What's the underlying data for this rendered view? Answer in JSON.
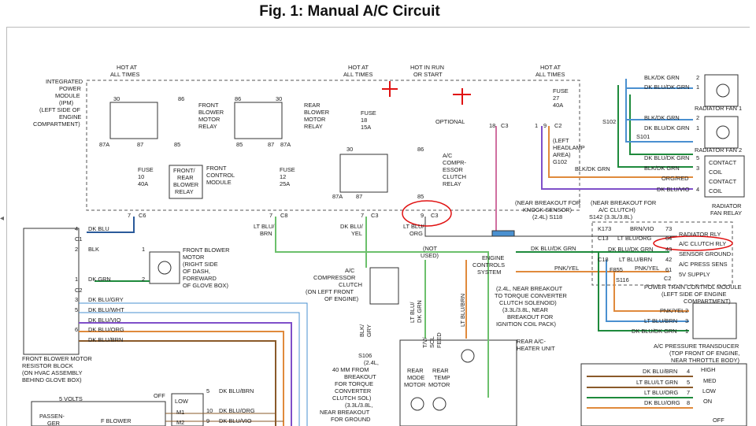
{
  "figure": {
    "title": "Fig. 1: Manual A/C Circuit"
  },
  "colors": {
    "dk_blu": "#2a5a9a",
    "lt_blu": "#4a90d0",
    "lt_grn": "#6cc06c",
    "violet": "#7f4fc9",
    "orange": "#e08a3c",
    "red": "#e01010",
    "dk_grn": "#1e8a3c",
    "pink": "#d070a0",
    "brown": "#8a5a2a",
    "black": "#333333"
  },
  "labels": {
    "hot1_a": "HOT AT",
    "hot1_b": "ALL TIMES",
    "hot2_a": "HOT AT",
    "hot2_b": "ALL TIMES",
    "hot3_a": "HOT IN RUN",
    "hot3_b": "OR START",
    "hot4_a": "HOT AT",
    "hot4_b": "ALL TIMES",
    "ipm_1": "INTEGRATED",
    "ipm_2": "POWER",
    "ipm_3": "MODULE",
    "ipm_4": "(IPM)",
    "ipm_5": "(LEFT SIDE OF",
    "ipm_6": "ENGINE",
    "ipm_7": "COMPARTMENT)",
    "fb_relay_1": "FRONT",
    "fb_relay_2": "BLOWER",
    "fb_relay_3": "MOTOR",
    "fb_relay_4": "RELAY",
    "rb_relay_1": "REAR",
    "rb_relay_2": "BLOWER",
    "rb_relay_3": "MOTOR",
    "rb_relay_4": "RELAY",
    "fuse_a_1": "FUSE",
    "fuse_a_2": "18",
    "fuse_a_3": "15A",
    "optional": "OPTIONAL",
    "fuse_b_1": "FUSE",
    "fuse_b_2": "27",
    "fuse_b_3": "40A",
    "fuse_c_1": "FUSE",
    "fuse_c_2": "10",
    "fuse_c_3": "40A",
    "fuse_d_1": "FUSE",
    "fuse_d_2": "12",
    "fuse_d_3": "25A",
    "frbr_1": "FRONT/",
    "frbr_2": "REAR",
    "frbr_3": "BLOWER",
    "frbr_4": "RELAY",
    "fcm_1": "FRONT",
    "fcm_2": "CONTROL",
    "fcm_3": "MODULE",
    "acr_1": "A/C",
    "acr_2": "COMPR-",
    "acr_3": "ESSOR",
    "acr_4": "CLUTCH",
    "acr_5": "RELAY",
    "lh_1": "(LEFT",
    "lh_2": "HEADLAMP",
    "lh_3": "AREA)",
    "lh_4": "G102",
    "s102": "S102",
    "s101": "S101",
    "rf1": "RADIATOR FAN 1",
    "rf2": "RADIATOR FAN 2",
    "w_bkdkgrn_1": "BLK/DK GRN",
    "w_dkblugrn_1": "DK BLU/DK GRN",
    "w_bkdkgrn_2": "BLK/DK GRN",
    "w_dkblugrn_2": "DK BLU/DK GRN",
    "w_dkbludkgrn_3": "DK BLU/DK GRN",
    "w_blkdkgrn_3": "BLK/DK GRN",
    "w_orgred": "ORG/RED",
    "w_dkbluvio": "DK BLU/VIO",
    "w_blkdkgrn_h": "BLK/DK GRN",
    "contact": "CONTACT",
    "coil": "COIL",
    "contact2": "CONTACT",
    "coil2": "COIL",
    "rad_fan_relay_1": "RADIATOR",
    "rad_fan_relay_2": "FAN RELAY",
    "c6": "C6",
    "c8": "C8",
    "c3a": "C3",
    "c3b": "C3",
    "c3c": "C3",
    "c2a": "C2",
    "w_dkblu": "DK BLU",
    "w_ltblubrn_1": "LT BLU/",
    "w_ltblubrn_2": "BRN",
    "w_dkbluyel_1": "DK BLU/",
    "w_dkbluyel_2": "YEL",
    "w_ltbluorg_1": "LT BLU/",
    "w_ltbluorg_2": "ORG",
    "ks_1": "(NEAR BREAKOUT FOR",
    "ks_2": "KNOCK SENSOR)",
    "ks_3": "(2.4L)  S118",
    "ac_1": "(NEAR BREAKOUT FOR",
    "ac_2": "A/C CLUTCH)",
    "ac_3": "S142 (3.3L/3.8L)",
    "k173": "K173",
    "c13": "C13",
    "c18": "C18",
    "f855": "F855",
    "s116": "S116",
    "w_brnvio": "BRN/VIO",
    "w_ltbluorg_p": "LT BLU/ORG",
    "w_dkbludkgrn_p": "DK BLU/DK GRN",
    "w_dkbludkgrn_q": "DK BLU/DK GRN",
    "w_ltblubrn_p": "LT BLU/BRN",
    "w_pnkyel_p": "PNK/YEL",
    "w_pnkyel_q": "PNK/YEL",
    "pin73": "73",
    "pin64": "64",
    "pin43": "43",
    "pin42": "42",
    "pin61": "61",
    "c2b": "C2",
    "rad_rly": "RADIATOR RLY",
    "ac_clutch_rly": "A/C CLUTCH RLY",
    "sensor_gnd": "SENSOR GROUND",
    "ac_press_sens": "A/C PRESS SENS",
    "v5_supply": "5V SUPPLY",
    "pcm_1": "POWER TRAIN CONTROL MODULE",
    "pcm_2": "(LEFT SIDE OF ENGINE",
    "pcm_3": "COMPARTMENT)",
    "ecs_1": "ENGINE",
    "ecs_2": "CONTROLS",
    "ecs_3": "SYSTEM",
    "tcc_1": "(2.4L, NEAR BREAKOUT",
    "tcc_2": "TO TORQUE CONVERTER",
    "tcc_3": "CLUTCH SOLENOID)",
    "tcc_4": "(3.3L/3.8L, NEAR",
    "tcc_5": "BREAKOUT FOR",
    "tcc_6": "IGNITION COIL PACK)",
    "w_pnkyel_t": "PNK/YEL",
    "w_ltblubrn_t": "LT BLU/BRN",
    "w_dkbludkgrn_t": "DK BLU/DK GRN",
    "t2": "2",
    "t3": "3",
    "t1": "1",
    "apt_1": "A/C PRESSURE TRANSDUCER",
    "apt_2": "(TOP FRONT OF ENGINE,",
    "apt_3": "NEAR THROTTLE BODY)",
    "fbm_1": "FRONT BLOWER",
    "fbm_2": "MOTOR",
    "fbm_3": "(RIGHT SIDE",
    "fbm_4": "OF DASH,",
    "fbm_5": "FOREWARD",
    "fbm_6": "OF GLOVE BOX)",
    "c1": "C1",
    "c2c": "C2",
    "w_blk": "BLK",
    "w_dkgrn": "DK GRN",
    "w_dkblugry": "DK BLU/GRY",
    "w_dkbluwht": "DK BLU/WHT",
    "w_dkbluvio_l": "DK BLU/VIO",
    "w_dkbluorg_l": "DK BLU/ORG",
    "w_dkblubrn_l": "DK BLU/BRN",
    "pin4": "4",
    "pin2a": "2",
    "pin1a": "1",
    "pin1b": "1",
    "pin2b": "2",
    "pin3": "3",
    "pin5": "5",
    "pin6": "6",
    "fbmrb_1": "FRONT BLOWER MOTOR",
    "fbmrb_2": "RESISTOR BLOCK",
    "fbmrb_3": "(ON HVAC ASSEMBLY",
    "fbmrb_4": "BEHIND GLOVE BOX)",
    "comp_1": "A/C",
    "comp_2": "COMPRESSOR",
    "comp_3": "CLUTCH",
    "comp_4": "(ON LEFT FRONT",
    "comp_5": "OF ENGINE)",
    "notused_1": "(NOT",
    "notused_2": "USED)",
    "w_ltbludkgrn_1": "LT BLU/",
    "w_ltbludkgrn_2": "DK GRN",
    "w_ltblubrn_v": "LT BLU/BRN",
    "w_bk_1": "BLK/",
    "w_bk_2": "GRY",
    "s106_1": "S106",
    "s106_2": "(2.4L,",
    "s106_3": "40 MM FROM",
    "s106_4": "BREAKOUT",
    "s106_5": "FOR TORQUE",
    "s106_6": "CONVERTER",
    "s106_7": "CLUTCH SOL)",
    "s106_8": "(3.3L/3.8L,",
    "s106_9": "NEAR BREAKOUT",
    "s106_10": "FOR GROUND",
    "tvs_1": "T/V/",
    "tvs_2": "SOL",
    "tvs_3": "FEED",
    "rahu_1": "REAR A/C-",
    "rahu_2": "HEATER UNIT",
    "rmm_1": "REAR",
    "rmm_2": "MODE",
    "rmm_3": "MOTOR",
    "rtm_1": "REAR",
    "rtm_2": "TEMP",
    "rtm_3": "MOTOR",
    "v5": "5 VOLTS",
    "passenger_1": "PASSEN-",
    "passenger_2": "GER",
    "off": "OFF",
    "low": "LOW",
    "m1": "M1",
    "m2": "M2",
    "fblower": "F BLOWER",
    "sw5": "5",
    "sw10": "10",
    "sw9": "9",
    "w_dkblubrn_s": "DK BLU/BRN",
    "w_dkbluorg_s": "DK BLU/ORG",
    "w_dkbluvio_s": "DK BLU/VIO",
    "high": "HIGH",
    "med": "MED",
    "low2": "LOW",
    "on": "ON",
    "off2": "OFF",
    "w_dkblubrn_r": "DK BLU/BRN",
    "w_ltbluLtgrn_r": "LT BLU/LT GRN",
    "w_ltbluorg_r": "LT BLU/ORG",
    "w_dkbluorg_r": "DK BLU/ORG",
    "p4": "4",
    "p5": "5",
    "p7": "7",
    "p8": "8",
    "n30a": "30",
    "n86a": "86",
    "n30b": "30",
    "n86b": "86",
    "n85a": "85",
    "n87a": "87",
    "n87Aa": "87A",
    "n85b": "85",
    "n87b": "87",
    "n87Ab": "87A",
    "n30c": "30",
    "n86c": "86",
    "n87Ac": "87A",
    "n87c": "87",
    "n85c": "85",
    "n9": "9",
    "n7a": "7",
    "n7b": "7",
    "n7c": "7",
    "n18": "18",
    "n1a": "1",
    "n9b": "9",
    "r2a": "2",
    "r1a": "1",
    "r2b": "2",
    "r1b": "1",
    "r5": "5",
    "r3": "3",
    "r4": "4"
  }
}
